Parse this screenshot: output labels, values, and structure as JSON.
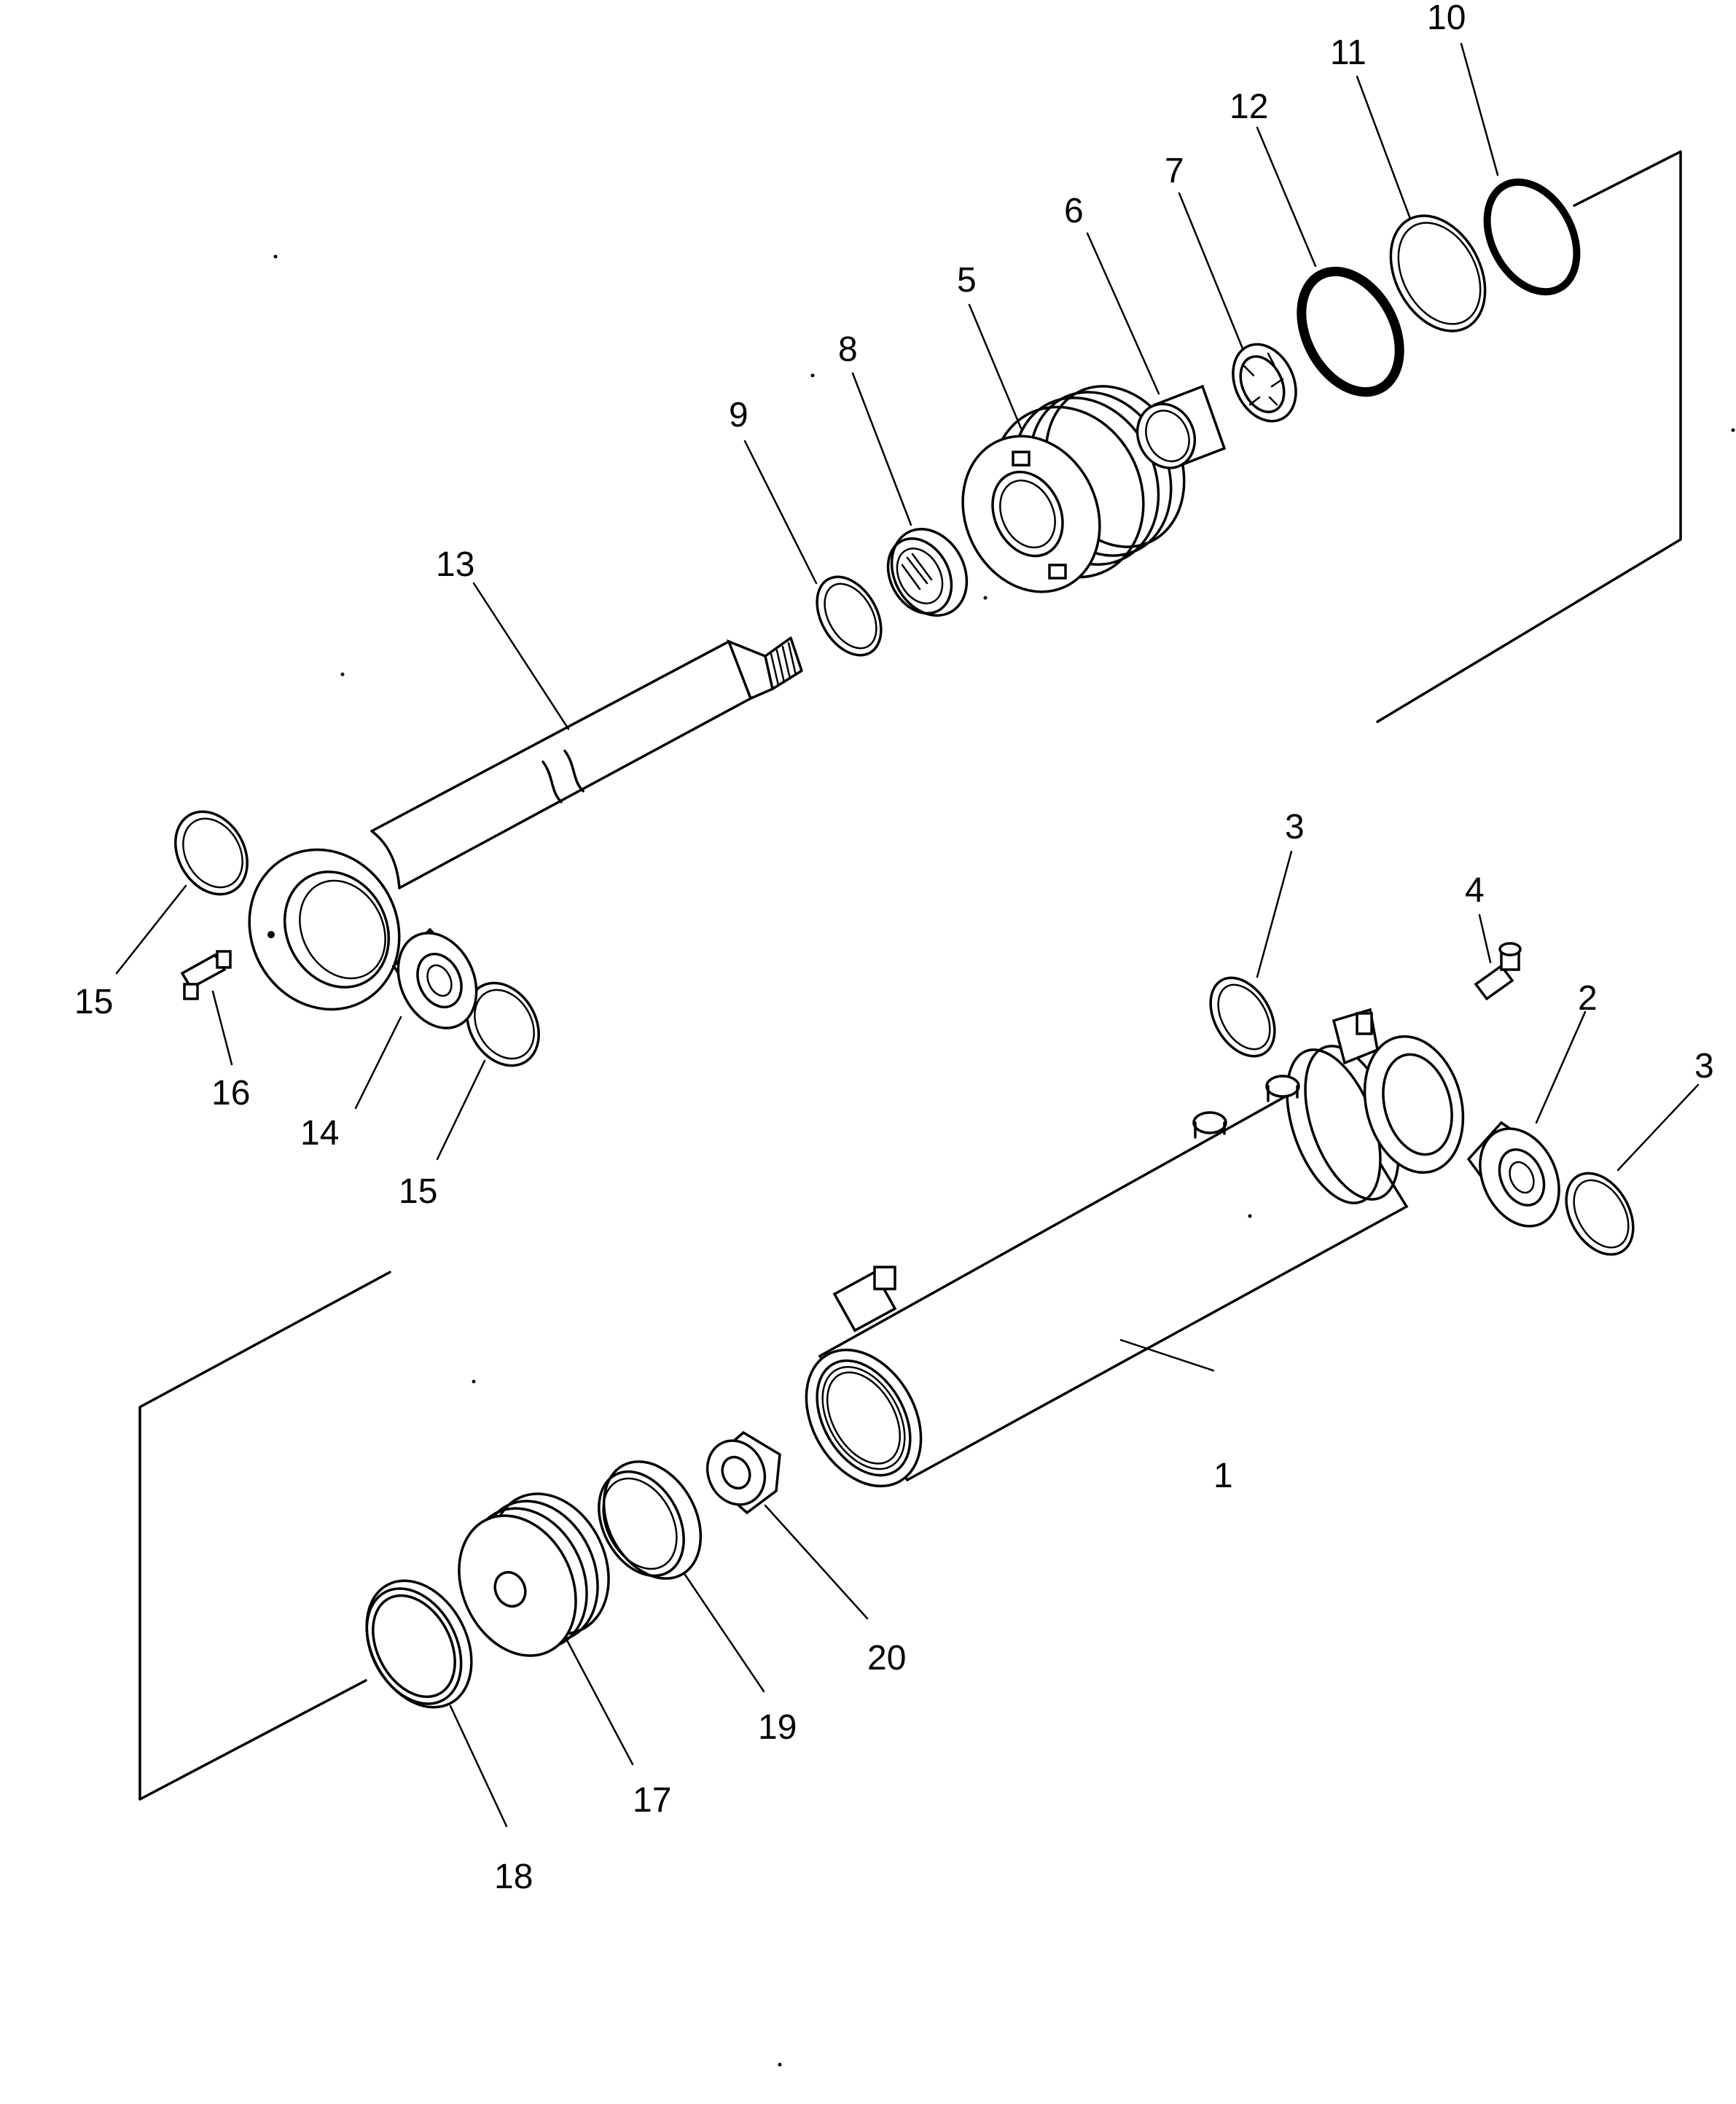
{
  "diagram": {
    "callouts": [
      "1",
      "2",
      "3",
      "3",
      "4",
      "5",
      "6",
      "7",
      "8",
      "9",
      "10",
      "11",
      "12",
      "13",
      "14",
      "15",
      "15",
      "16",
      "17",
      "18",
      "19",
      "20"
    ]
  }
}
